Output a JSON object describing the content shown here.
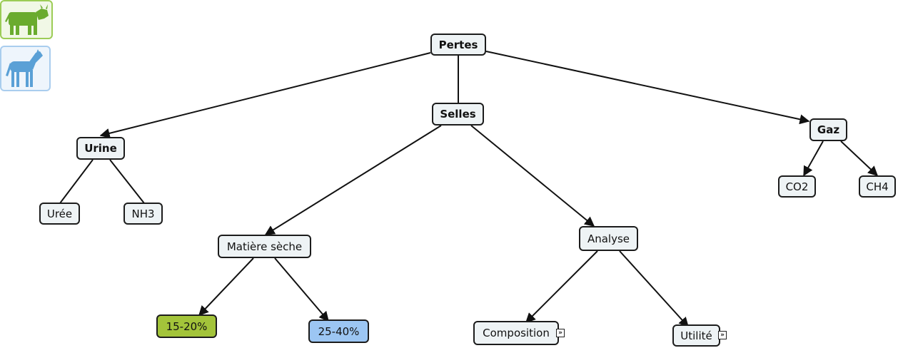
{
  "toolbar": {
    "cow_icon": "cow-icon",
    "horse_icon": "horse-icon"
  },
  "colors": {
    "cow_green": "#6aab2e",
    "horse_blue": "#5aa0d6",
    "node_fill": "#eef3f5",
    "node_border": "#1c1c1c",
    "green_box": "#a3c43a",
    "blue_box": "#9cc6f3"
  },
  "nodes": {
    "pertes": "Pertes",
    "selles": "Selles",
    "urine": "Urine",
    "gaz": "Gaz",
    "uree": "Urée",
    "nh3": "NH3",
    "co2": "CO2",
    "ch4": "CH4",
    "matiere_seche": "Matière sèche",
    "analyse": "Analyse",
    "range_cow": "15-20%",
    "range_horse": "25-40%",
    "composition": "Composition",
    "utilite": "Utilité"
  },
  "link_icon": "»"
}
